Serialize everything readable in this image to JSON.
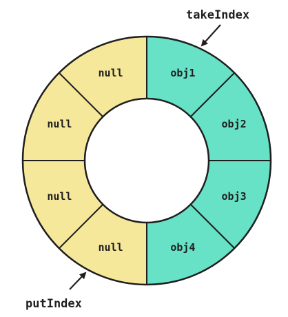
{
  "diagram": {
    "slots": [
      {
        "label": "obj1",
        "fill": "#67e2c6"
      },
      {
        "label": "obj2",
        "fill": "#67e2c6"
      },
      {
        "label": "obj3",
        "fill": "#67e2c6"
      },
      {
        "label": "obj4",
        "fill": "#67e2c6"
      },
      {
        "label": "null",
        "fill": "#f6e89a"
      },
      {
        "label": "null",
        "fill": "#f6e89a"
      },
      {
        "label": "null",
        "fill": "#f6e89a"
      },
      {
        "label": "null",
        "fill": "#f6e89a"
      }
    ],
    "pointers": {
      "take_index": "takeIndex",
      "put_index": "putIndex"
    },
    "colors": {
      "filled_slot": "#67e2c6",
      "empty_slot": "#f6e89a",
      "outline": "#1f1f1f"
    }
  }
}
